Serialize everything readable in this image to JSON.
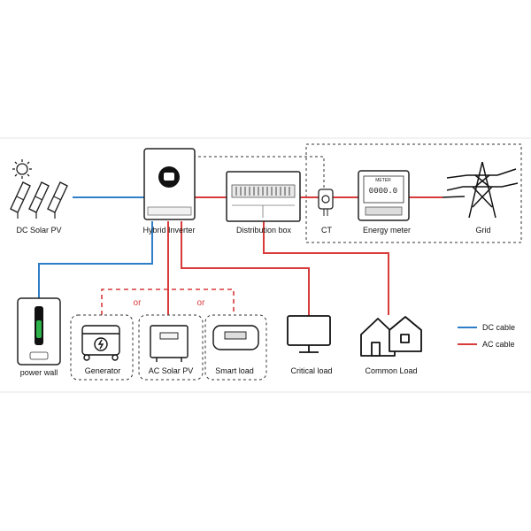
{
  "nodes": {
    "dc_solar_pv": "DC Solar PV",
    "hybrid_inverter": "Hybrid Inverter",
    "distribution_box": "Distribution box",
    "ct": "CT",
    "energy_meter": "Energy meter",
    "grid": "Grid",
    "power_wall": "power wall",
    "generator": "Generator",
    "ac_solar_pv": "AC Solar PV",
    "smart_load": "Smart load",
    "critical_load": "Critical load",
    "common_load": "Common Load"
  },
  "meter_text": "METER",
  "meter_digits": "0000.0",
  "or_label_1": "or",
  "or_label_2": "or",
  "legend": {
    "dc": "DC cable",
    "ac": "AC cable"
  },
  "colors": {
    "dc_cable": "#2f7fc8",
    "ac_cable": "#d93a3a"
  }
}
